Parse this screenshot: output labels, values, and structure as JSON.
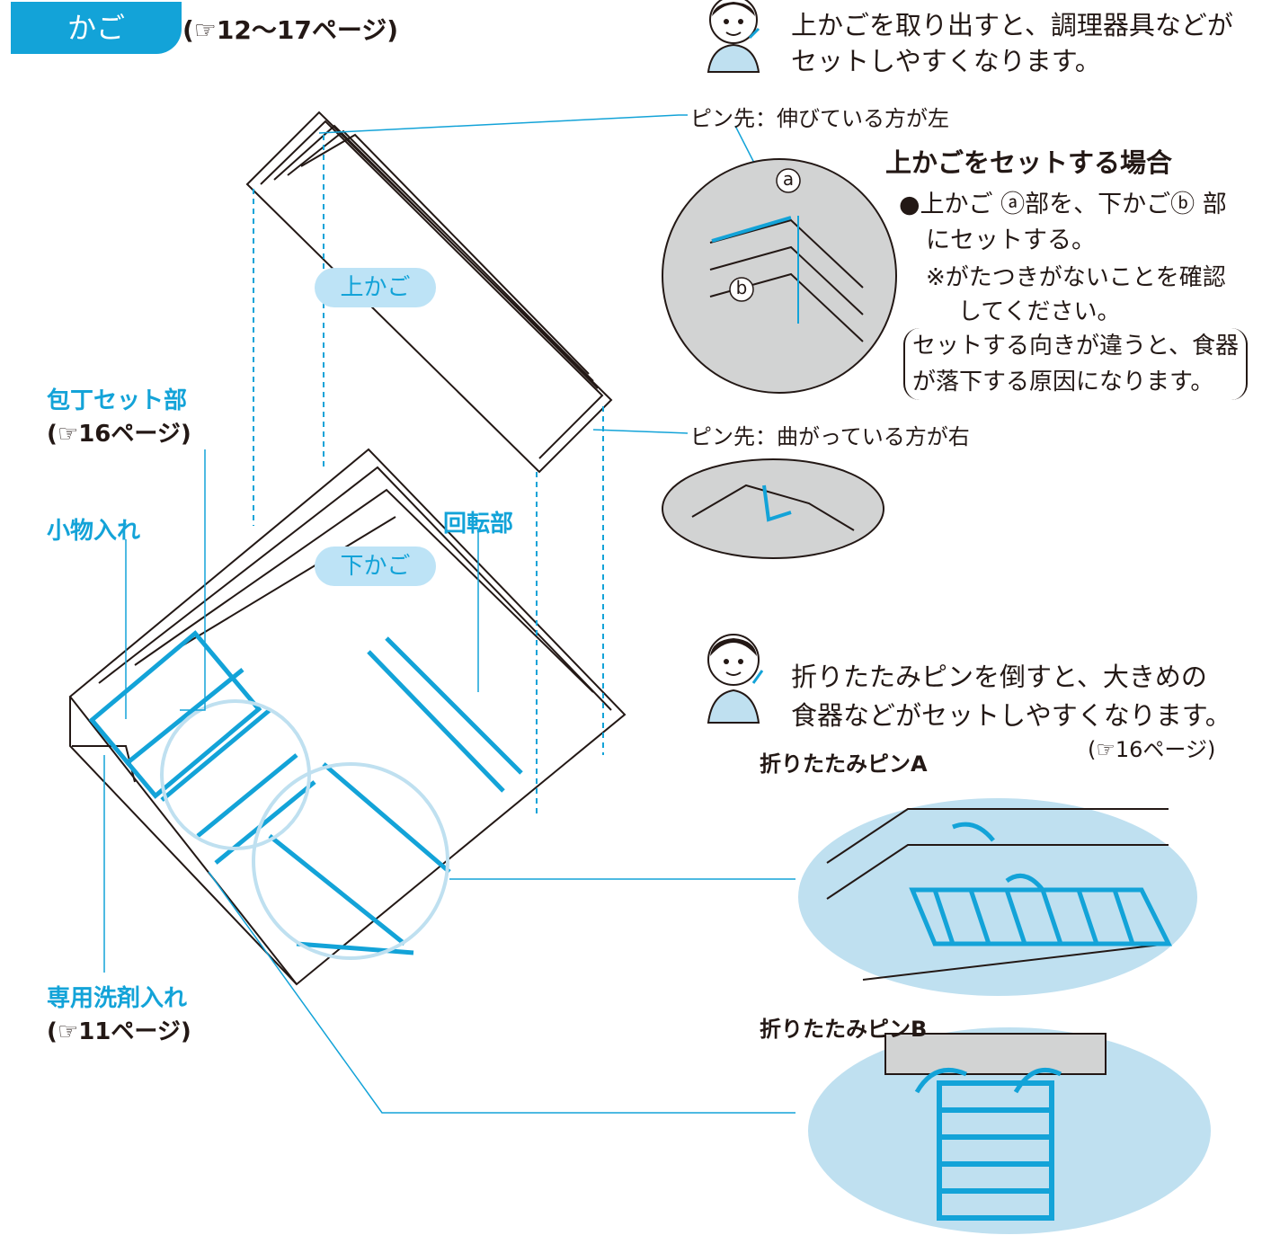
{
  "header": {
    "section_tab": "かご",
    "page_ref": "(☞12～17ページ)"
  },
  "tips": {
    "upper_basket": [
      "上かごを取り出すと、調理器具などが",
      "セットしやすくなります。"
    ],
    "folding_pins": [
      "折りたたみピンを倒すと、大きめの",
      "食器などがセットしやすくなります。"
    ],
    "folding_pins_ref": "(☞16ページ)"
  },
  "labels": {
    "upper_basket": "上かご",
    "lower_basket": "下かご",
    "knife_set": "包丁セット部",
    "knife_set_ref": "(☞16ページ)",
    "small_items": "小物入れ",
    "rotating_part": "回転部",
    "detergent": "専用洗剤入れ",
    "detergent_ref": "(☞11ページ)",
    "pin_left": "ピン先：伸びている方が左",
    "pin_right": "ピン先：曲がっている方が右",
    "folding_pin_a": "折りたたみピンA",
    "folding_pin_b": "折りたたみピンB",
    "marker_a": "a",
    "marker_b": "b"
  },
  "upper_set": {
    "heading": "上かごをセットする場合",
    "step_lines": [
      "●上かご ⓐ部を、下かごⓑ 部",
      "にセットする。"
    ],
    "note_lines": [
      "※がたつきがないことを確認",
      "してください。"
    ],
    "caution_lines": [
      "セットする向きが違うと、食器",
      "が落下する原因になります。"
    ]
  },
  "colors": {
    "accent": "#13a3d8",
    "pill_bg": "#bde3f6",
    "circle_bg": "#bfe0f0",
    "gray_circle": "#d2d3d3",
    "text": "#231815"
  },
  "icons": [
    "person-icon",
    "pointing-hand-icon"
  ]
}
